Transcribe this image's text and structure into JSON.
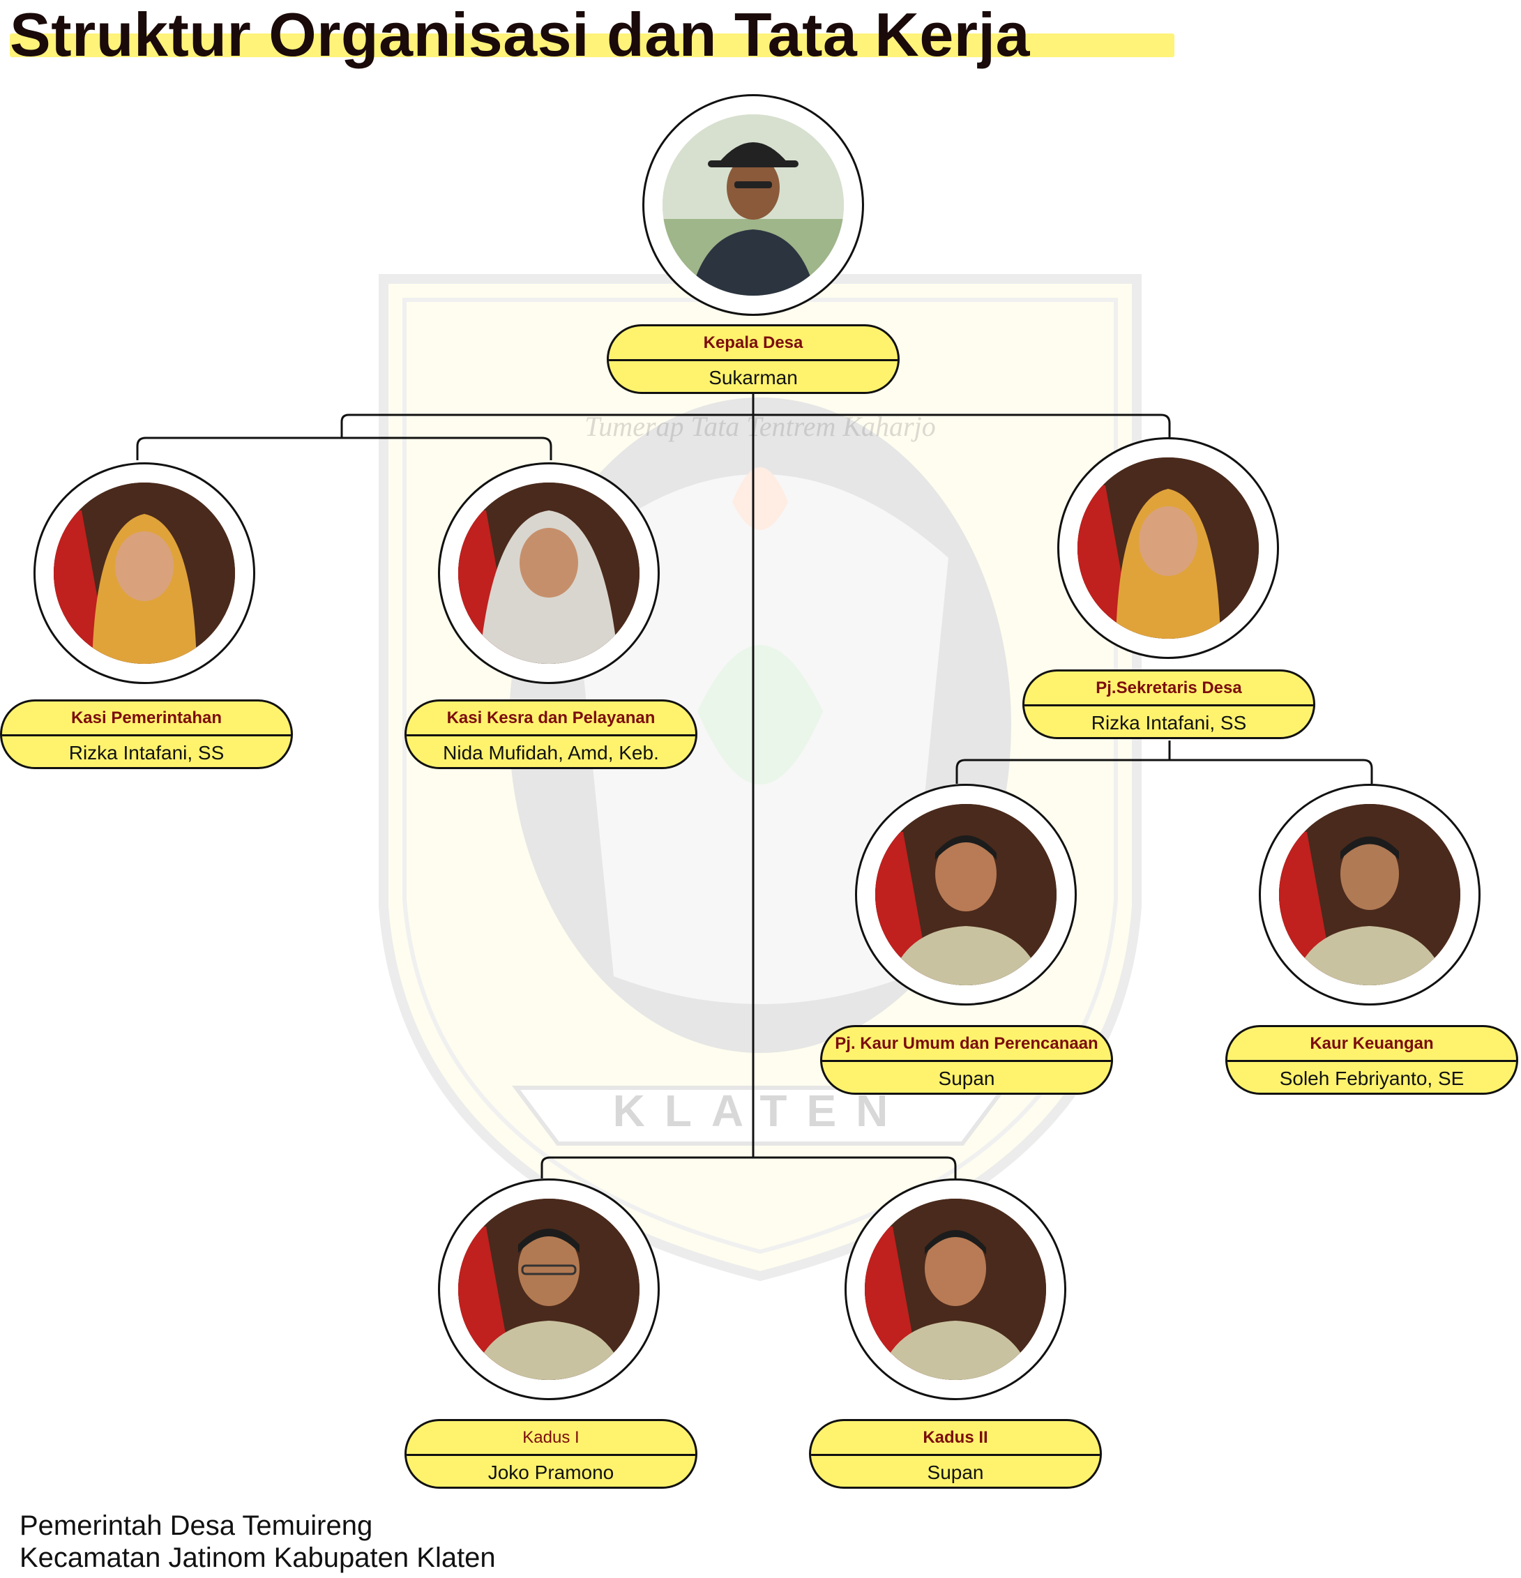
{
  "title": "Struktur Organisasi dan Tata Kerja",
  "watermark_text": "KLATEN",
  "watermark_motto": "Tumerap Tata Tentrem Kaharjo",
  "colors": {
    "label_fill": "#fff36e",
    "role_text": "#7b0d0d",
    "title_highlight": "#fff37a"
  },
  "nodes": [
    {
      "id": "kepala-desa",
      "role": "Kepala Desa",
      "name": "Sukarman"
    },
    {
      "id": "kasi-pemerintahan",
      "role": "Kasi Pemerintahan",
      "name": "Rizka Intafani, SS"
    },
    {
      "id": "kasi-kesra",
      "role": "Kasi Kesra dan Pelayanan",
      "name": "Nida Mufidah, Amd, Keb."
    },
    {
      "id": "sekretaris-desa",
      "role": "Pj.Sekretaris Desa",
      "name": "Rizka Intafani, SS"
    },
    {
      "id": "kaur-umum",
      "role": "Pj. Kaur Umum dan Perencanaan",
      "name": "Supan"
    },
    {
      "id": "kaur-keuangan",
      "role": "Kaur Keuangan",
      "name": "Soleh Febriyanto, SE"
    },
    {
      "id": "kadus-1",
      "role": "Kadus I",
      "name": "Joko Pramono"
    },
    {
      "id": "kadus-2",
      "role": "Kadus II",
      "name": "Supan"
    }
  ],
  "footer": {
    "line1": "Pemerintah Desa Temuireng",
    "line2": "Kecamatan Jatinom Kabupaten Klaten"
  }
}
